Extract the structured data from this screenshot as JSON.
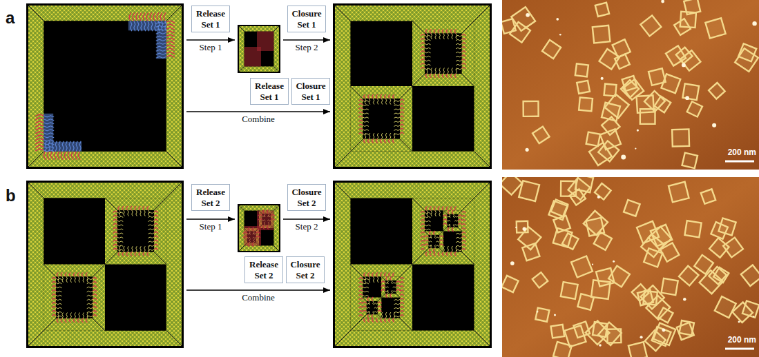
{
  "diagram": {
    "nodes": [
      {
        "text": [
          "Release Set 1"
        ]
      },
      {
        "text": [
          "Closure Set 1"
        ]
      },
      {
        "text": [
          "Release Set 1"
        ]
      },
      {
        "text": [
          "Closure Set 1"
        ]
      },
      {
        "text": [
          "Release Set 2"
        ]
      },
      {
        "text": [
          "Closure Set 2"
        ]
      },
      {
        "text": [
          "Release Set 2"
        ]
      },
      {
        "text": [
          "Closure Set 2"
        ]
      }
    ],
    "labels": [
      "a",
      "Step 1",
      "Step 2",
      "Combine",
      "200 nm",
      "b",
      "Step 1",
      "Step 2",
      "Combine",
      "200 nm"
    ]
  }
}
